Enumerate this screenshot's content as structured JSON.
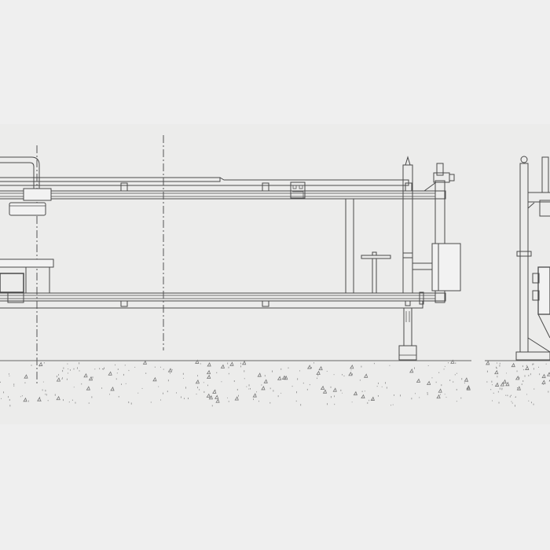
{
  "drawing": {
    "type": "technical elevation drawing",
    "views": [
      "side-elevation",
      "end-elevation"
    ],
    "colors": {
      "background": "#efefef",
      "band": "#ececeb",
      "line": "#4a4a4a"
    }
  }
}
